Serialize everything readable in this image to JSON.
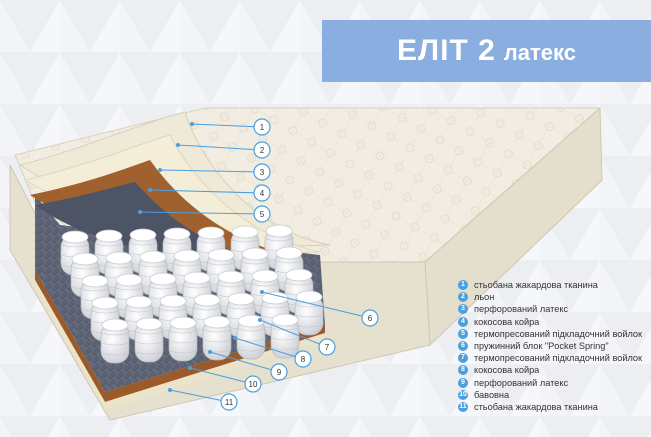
{
  "banner": {
    "title": "ЕЛІТ 2",
    "subtitle": "латекс"
  },
  "colors": {
    "accent": "#4c9fde",
    "banner": "#8aaee0"
  },
  "callouts": [
    "1",
    "2",
    "3",
    "4",
    "5",
    "6",
    "7",
    "8",
    "9",
    "10",
    "11"
  ],
  "legend": [
    {
      "num": "1",
      "text": "стьобана жакардова тканина"
    },
    {
      "num": "2",
      "text": "льон"
    },
    {
      "num": "3",
      "text": "перфорований латекс"
    },
    {
      "num": "4",
      "text": "кокосова койра"
    },
    {
      "num": "5",
      "text": "термопресований підкладочний войлок"
    },
    {
      "num": "6",
      "text": "пружинний блок \"Pocket Spring\""
    },
    {
      "num": "7",
      "text": "термопресований підкладочний войлок"
    },
    {
      "num": "8",
      "text": "кокосова койра"
    },
    {
      "num": "9",
      "text": "перфорований латекс"
    },
    {
      "num": "10",
      "text": "бавовна"
    },
    {
      "num": "11",
      "text": "стьобана жакардова тканина"
    }
  ]
}
